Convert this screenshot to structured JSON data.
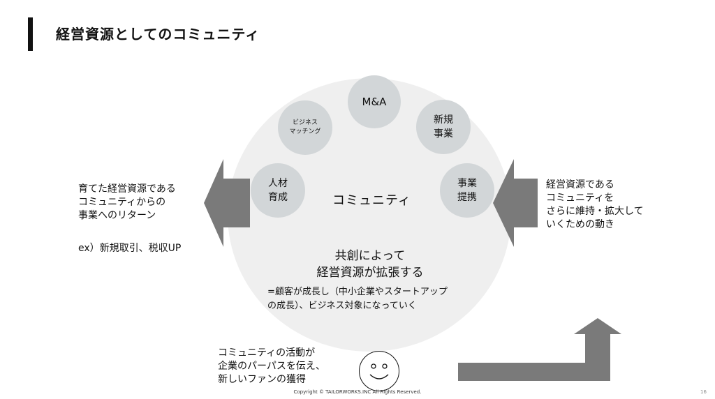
{
  "title": "経営資源としてのコミュニティ",
  "center": "コミュニティ",
  "nodes": {
    "ma": "M&A",
    "biz_match": [
      "ビジネス",
      "マッチング"
    ],
    "new_biz": [
      "新規",
      "事業"
    ],
    "hr": [
      "人材",
      "育成"
    ],
    "alliance": [
      "事業",
      "提携"
    ]
  },
  "cocreate": [
    "共創によって",
    "経営資源が拡張する"
  ],
  "cocreate_sub": [
    "=顧客が成長し（中小企業やスタートアップ",
    "の成長）、ビジネス対象になっていく"
  ],
  "left_text": [
    "育てた経営資源である",
    "コミュニティからの",
    "事業へのリターン"
  ],
  "left_example": "ex）新規取引、税収UP",
  "right_text": [
    "経営資源である",
    "コミュニティを",
    "さらに維持・拡大して",
    "いくための動き"
  ],
  "bottom_text": [
    "コミュニティの活動が",
    "企業のパーパスを伝え、",
    "新しいファンの獲得"
  ],
  "copyright": "Copyright © TAILORWORKS.INC All Rights Reserved.",
  "page_number": "16",
  "colors": {
    "arrow": "#7a7a7a",
    "circle": "#efefef",
    "node": "#d2d6d8"
  }
}
